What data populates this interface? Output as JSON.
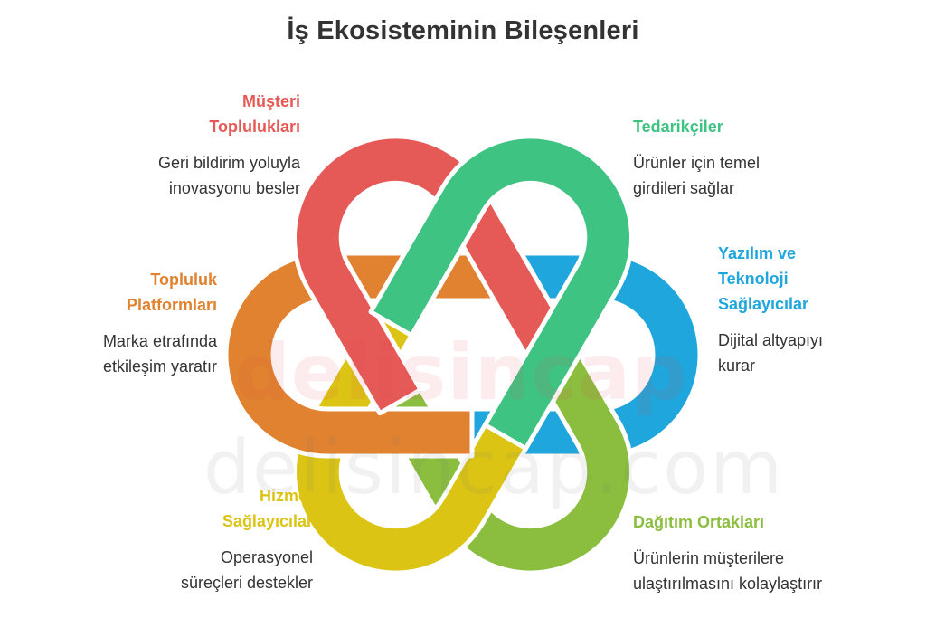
{
  "title": "İş Ekosisteminin Bileşenleri",
  "watermark": {
    "big": "delisincap",
    "small": "delisincap.com"
  },
  "components": {
    "musteri": {
      "title": "Müşteri Toplulukları",
      "title_lines": [
        "Müşteri",
        "Toplulukları"
      ],
      "desc_lines": [
        "Geri bildirim yoluyla",
        "inovasyonu besler"
      ],
      "color": "#E55A57"
    },
    "tedarik": {
      "title": "Tedarikçiler",
      "title_lines": [
        "Tedarikçiler"
      ],
      "desc_lines": [
        "Ürünler için temel",
        "girdileri sağlar"
      ],
      "color": "#3FC383"
    },
    "yazilim": {
      "title": "Yazılım ve Teknoloji Sağlayıcılar",
      "title_lines": [
        "Yazılım ve",
        "Teknoloji",
        "Sağlayıcılar"
      ],
      "desc_lines": [
        "Dijital altyapıyı",
        "kurar"
      ],
      "color": "#1FA6DC"
    },
    "topluluk": {
      "title": "Topluluk Platformları",
      "title_lines": [
        "Topluluk",
        "Platformları"
      ],
      "desc_lines": [
        "Marka etrafında",
        "etkileşim yaratır"
      ],
      "color": "#E0822F"
    },
    "hizmet": {
      "title": "Hizmet Sağlayıcılar",
      "title_lines": [
        "Hizmet",
        "Sağlayıcılar"
      ],
      "desc_lines": [
        "Operasyonel",
        "süreçleri destekler"
      ],
      "color": "#DCC415"
    },
    "dagitim": {
      "title": "Dağıtım Ortakları",
      "title_lines": [
        "Dağıtım Ortakları"
      ],
      "desc_lines": [
        "Ürünlerin müşterilere",
        "ulaştırılmasını kolaylaştırır"
      ],
      "color": "#8BBE3F"
    }
  }
}
